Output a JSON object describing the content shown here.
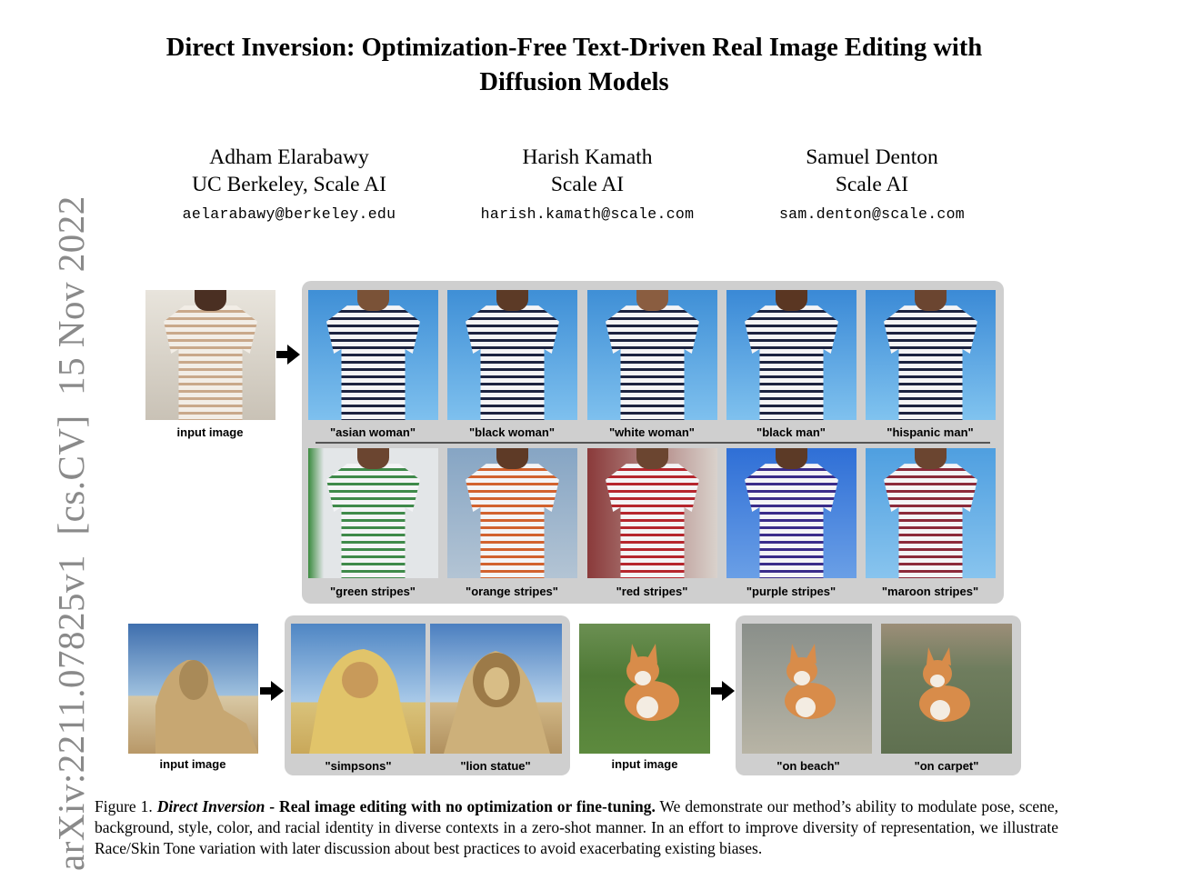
{
  "arxiv_stamp": "arXiv:2211.07825v1  [cs.CV]  15 Nov 2022",
  "title": "Direct Inversion: Optimization-Free Text-Driven Real Image Editing with Diffusion Models",
  "authors": [
    {
      "name": "Adham Elarabawy",
      "affiliation": "UC Berkeley, Scale AI",
      "email": "aelarabawy@berkeley.edu"
    },
    {
      "name": "Harish Kamath",
      "affiliation": "Scale AI",
      "email": "harish.kamath@scale.com"
    },
    {
      "name": "Samuel Denton",
      "affiliation": "Scale AI",
      "email": "sam.denton@scale.com"
    }
  ],
  "figure": {
    "input_label": "input image",
    "identity_edits": [
      "\"asian woman\"",
      "\"black woman\"",
      "\"white woman\"",
      "\"black man\"",
      "\"hispanic man\""
    ],
    "color_edits": [
      "\"green stripes\"",
      "\"orange stripes\"",
      "\"red stripes\"",
      "\"purple stripes\"",
      "\"maroon stripes\""
    ],
    "sphinx_edits": [
      "\"simpsons\"",
      "\"lion statue\""
    ],
    "corgi_edits": [
      "\"on beach\"",
      "\"on carpet\""
    ],
    "stripe_colors": {
      "input": "#c9a88a",
      "identity": "#1c2340",
      "green": "#3f8a4a",
      "orange": "#d2622e",
      "red": "#b6262d",
      "purple": "#3a2c8a",
      "maroon": "#8c2a3a"
    }
  },
  "caption": {
    "label": "Figure 1.",
    "name": "Direct Inversion",
    "bold": " - Real image editing with no optimization or fine-tuning.",
    "text": " We demonstrate our method’s ability to modulate pose, scene, background, style, color, and racial identity in diverse contexts in a zero-shot manner. In an effort to improve diversity of representation, we illustrate Race/Skin Tone variation with later discussion about best practices to avoid exacerbating existing biases."
  }
}
